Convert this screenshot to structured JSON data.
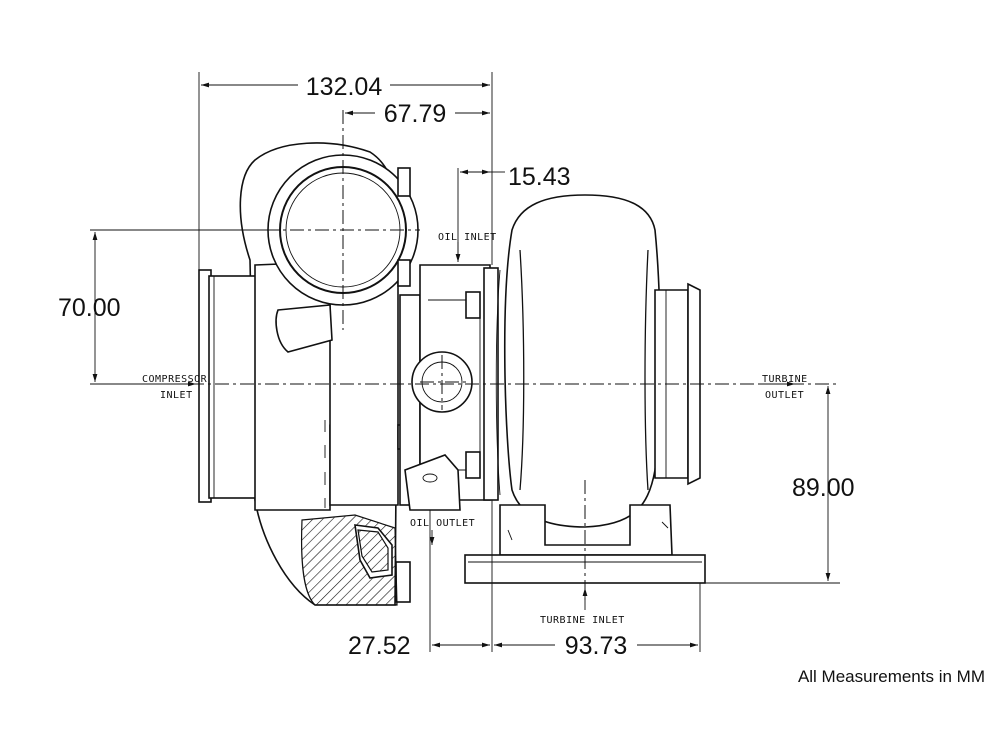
{
  "drawing": {
    "dimensions": {
      "overall_width": "132.04",
      "compressor_offset": "67.79",
      "oil_inlet_offset": "15.43",
      "compressor_height": "70.00",
      "turbine_height": "89.00",
      "oil_outlet_offset": "27.52",
      "turbine_flange_width": "93.73"
    },
    "labels": {
      "oil_inlet": "OIL INLET",
      "oil_outlet": "OIL OUTLET",
      "compressor_inlet_line1": "COMPRESSOR",
      "compressor_inlet_line2": "INLET",
      "turbine_outlet_line1": "TURBINE",
      "turbine_outlet_line2": "OUTLET",
      "turbine_inlet": "TURBINE INLET"
    },
    "note": "All Measurements in MM"
  }
}
